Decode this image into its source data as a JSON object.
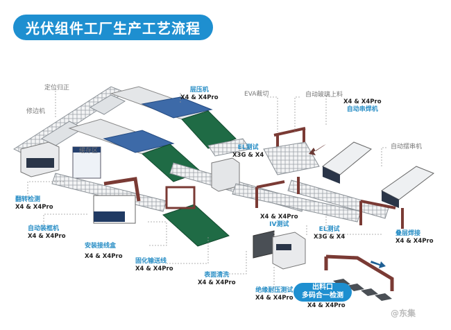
{
  "title": "光伏组件工厂生产工艺流程",
  "colors": {
    "accent": "#1e8fd0",
    "label_blue": "#2b8fc6",
    "belt_green": "#1f6b45",
    "panel_blue": "#3d6aa8",
    "gantry_red": "#7a3a34"
  },
  "stations": {
    "positioning": {
      "name": "定位归正"
    },
    "edge_trimmer": {
      "name": "修边机"
    },
    "laminator": {
      "name": "层压机",
      "model": "X4 & X4Pro"
    },
    "buffer": {
      "name": "缓存区"
    },
    "flip_inspection": {
      "name": "翻转检测",
      "model": "X4 & X4Pro"
    },
    "auto_framing": {
      "name": "自动装框机",
      "model": "X4 & X4Pro"
    },
    "junction_box": {
      "name": "安装接线盒",
      "model": "X4 & X4Pro"
    },
    "curing_line": {
      "name": "固化输送线",
      "model": "X4 & X4Pro"
    },
    "surface_cleaning": {
      "name": "表面清洗",
      "model": "X4 & X4Pro"
    },
    "insulation_test": {
      "name": "绝缘耐压测试",
      "model": "X4 & X4Pro"
    },
    "exit": {
      "name_line1": "出料口",
      "name_line2": "多码合一检测",
      "model": "X4 & X4Pro"
    },
    "el_test_1": {
      "name": "EL测试",
      "model": "X3G & X4"
    },
    "el_test_2": {
      "name": "EL测试",
      "model": "X3G & X4"
    },
    "iv_test": {
      "name": "IV测试",
      "model": "X4 & X4Pro"
    },
    "eva_cutting": {
      "name": "EVA裁切"
    },
    "glass_loading": {
      "name": "自动玻璃上料"
    },
    "stringer": {
      "name": "自动串焊机",
      "model": "X4 & X4Pro"
    },
    "layup": {
      "name": "自动摆串机"
    },
    "lamination_welding": {
      "name": "叠层焊接",
      "model": "X4 & X4Pro"
    }
  },
  "watermark": "@东集"
}
